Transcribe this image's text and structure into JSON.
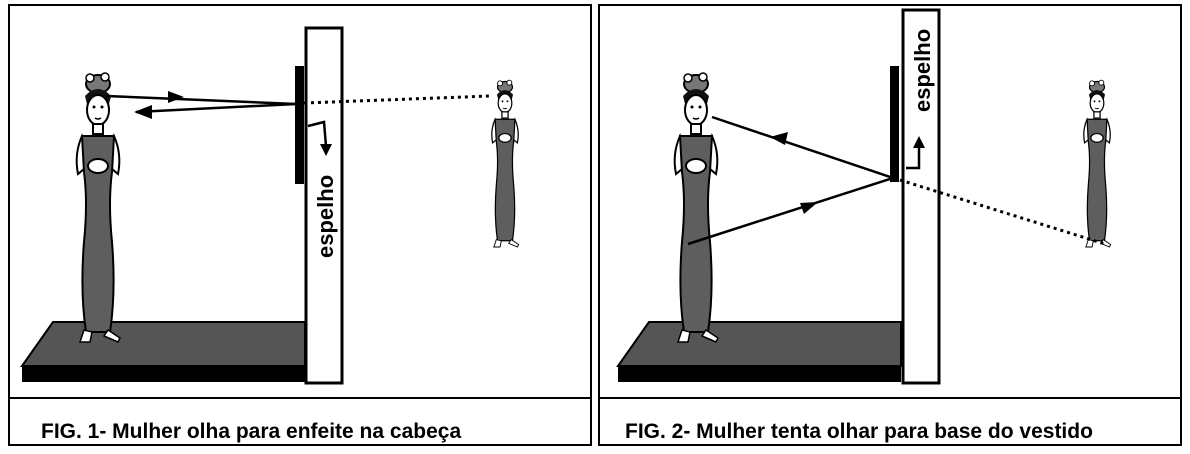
{
  "panels": [
    {
      "mirror_label": "espelho",
      "caption": "FIG. 1- Mulher olha para enfeite na cabeça"
    },
    {
      "mirror_label": "espelho",
      "caption": "FIG. 2- Mulher tenta olhar para base do vestido"
    }
  ],
  "colors": {
    "floor": "#555555",
    "dress": "#5e5e5e",
    "line": "#000000",
    "background": "#ffffff"
  }
}
